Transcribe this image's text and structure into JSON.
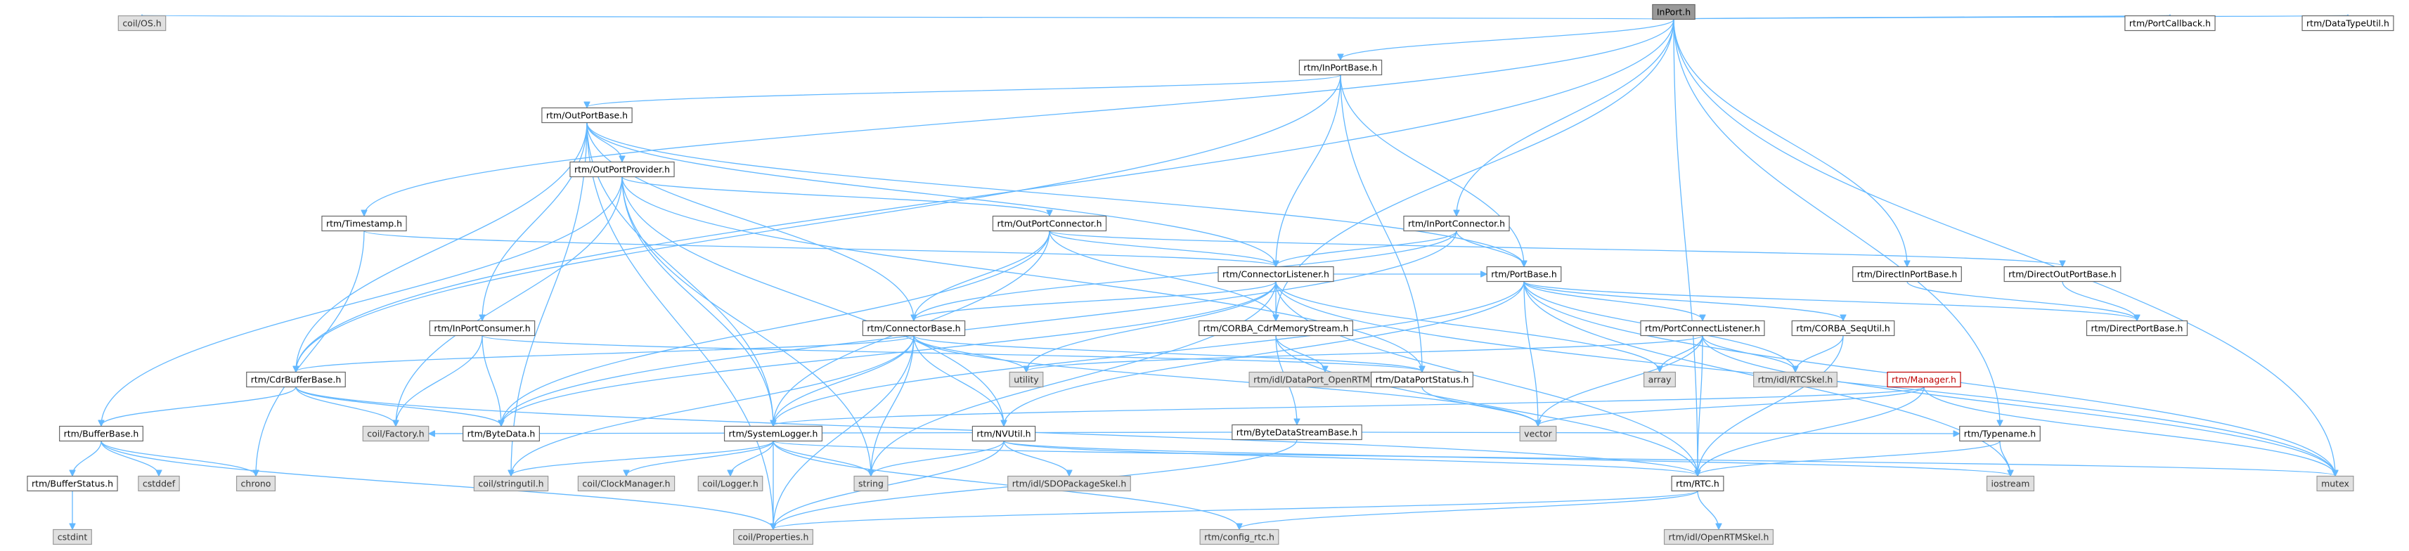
{
  "graph": {
    "nodes": {
      "inport": "InPort.h",
      "coil_os": "coil/OS.h",
      "inportbase": "rtm/InPortBase.h",
      "portcallback": "rtm/PortCallback.h",
      "datatypeutil": "rtm/DataTypeUtil.h",
      "outportbase": "rtm/OutPortBase.h",
      "outportprovider": "rtm/OutPortProvider.h",
      "timestamp": "rtm/Timestamp.h",
      "outportconnector": "rtm/OutPortConnector.h",
      "inportconnector": "rtm/InPortConnector.h",
      "connectorlistener": "rtm/ConnectorListener.h",
      "portbase": "rtm/PortBase.h",
      "directinportbase": "rtm/DirectInPortBase.h",
      "directoutportbase": "rtm/DirectOutPortBase.h",
      "directportbase": "rtm/DirectPortBase.h",
      "inportconsumer": "rtm/InPortConsumer.h",
      "connectorbase": "rtm/ConnectorBase.h",
      "corba_cdrmemorystream": "rtm/CORBA_CdrMemoryStream.h",
      "portconnectlistener": "rtm/PortConnectListener.h",
      "corba_sequtil": "rtm/CORBA_SeqUtil.h",
      "cdrbufferbase": "rtm/CdrBufferBase.h",
      "utility": "utility",
      "dataport_openrtmskel": "rtm/idl/DataPort_OpenRTMSkel.h",
      "dataportstatus": "rtm/DataPortStatus.h",
      "array": "array",
      "rtcskel": "rtm/idl/RTCSkel.h",
      "manager": "rtm/Manager.h",
      "bytedatastreambase": "rtm/ByteDataStreamBase.h",
      "bufferbase": "rtm/BufferBase.h",
      "coil_factory": "coil/Factory.h",
      "bytedata": "rtm/ByteData.h",
      "systemlogger": "rtm/SystemLogger.h",
      "nvutil": "rtm/NVUtil.h",
      "vector": "vector",
      "typename": "rtm/Typename.h",
      "cstddef": "cstddef",
      "chrono": "chrono",
      "bufferstatus": "rtm/BufferStatus.h",
      "coil_stringutil": "coil/stringutil.h",
      "coil_clockmanager": "coil/ClockManager.h",
      "coil_logger": "coil/Logger.h",
      "string": "string",
      "sdopackageskel": "rtm/idl/SDOPackageSkel.h",
      "rtc": "rtm/RTC.h",
      "iostream": "iostream",
      "mutex": "mutex",
      "cstdint": "cstdint",
      "coil_properties": "coil/Properties.h",
      "config_rtc": "rtm/config_rtc.h",
      "openrtmskel": "rtm/idl/OpenRTMSkel.h"
    }
  }
}
